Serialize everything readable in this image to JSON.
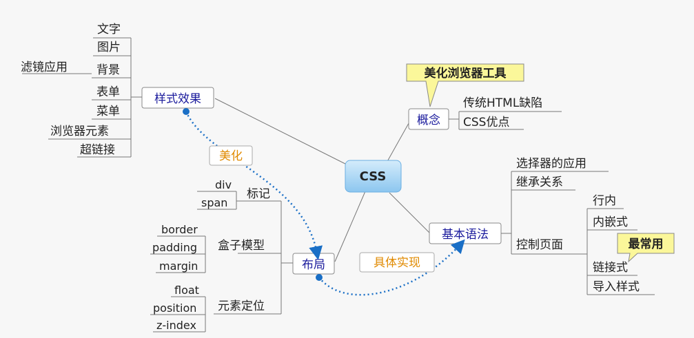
{
  "central": {
    "label": "CSS"
  },
  "nodes": {
    "yangshi": "样式效果",
    "gainian": "概念",
    "buju": "布局",
    "jiben": "基本语法"
  },
  "yangshi_children": [
    "文字",
    "图片",
    "背景",
    "表单",
    "菜单",
    "浏览器元素",
    "超链接"
  ],
  "filter_label": "滤镜应用",
  "gainian_children": [
    "传统HTML缺陷",
    "CSS优点"
  ],
  "callouts": {
    "tool": "美化浏览器工具",
    "most_used": "最常用"
  },
  "relations": {
    "meihua": "美化",
    "shiti": "具体实现"
  },
  "buju_groups": [
    {
      "label": "标记",
      "items": [
        "div",
        "span"
      ]
    },
    {
      "label": "盒子模型",
      "items": [
        "border",
        "padding",
        "margin"
      ]
    },
    {
      "label": "元素定位",
      "items": [
        "float",
        "position",
        "z-index"
      ]
    }
  ],
  "jiben_children": [
    "选择器的应用",
    "继承关系",
    "控制页面"
  ],
  "kongzhi_children": [
    "行内",
    "内嵌式",
    "链接式",
    "导入样式"
  ],
  "colors": {
    "node_text": "#1a1a9c",
    "relation_text": "#e08a00",
    "dotted": "#1a6fc6",
    "callout_fill": "#fbf79a"
  }
}
